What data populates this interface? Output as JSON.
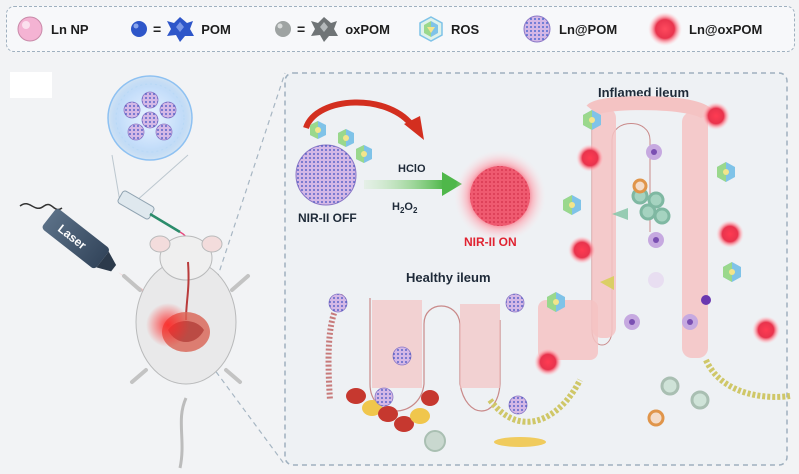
{
  "legend": {
    "items": [
      {
        "key": "ln-np",
        "label": "Ln NP",
        "icon": "pink-sphere-icon"
      },
      {
        "key": "pom",
        "label": "POM",
        "equals": "=",
        "icon": "pom-cluster-icon"
      },
      {
        "key": "oxpom",
        "label": "oxPOM",
        "equals": "=",
        "icon": "oxpom-cluster-icon"
      },
      {
        "key": "ros",
        "label": "ROS",
        "icon": "ros-hexagon-icon"
      },
      {
        "key": "ln-pom",
        "label": "Ln@POM",
        "icon": "ln-pom-sphere-icon"
      },
      {
        "key": "ln-oxpom",
        "label": "Ln@oxPOM",
        "icon": "ln-oxpom-sphere-icon"
      }
    ]
  },
  "scheme": {
    "laser_label": "Laser",
    "nir_off_label": "NIR-II OFF",
    "nir_on_label": "NIR-II ON",
    "reagent_1": "HClO",
    "reagent_2": "H",
    "reagent_2_sub_a": "2",
    "reagent_2_mid": "O",
    "reagent_2_sub_b": "2",
    "healthy_label": "Healthy ileum",
    "inflamed_label": "Inflamed ileum"
  },
  "colors": {
    "ln_np": "#f4b3d3",
    "pom": "#2e56c9",
    "oxpom": "#8d9395",
    "ros_green": "#9ad88c",
    "ros_blue": "#7fc3e8",
    "ln_oxpom": "#e8344d",
    "nir_on_text": "#e02331",
    "arrow_red": "#d32f1f",
    "arrow_green": "#4fb74a",
    "villi_fill": "#f4c3c3",
    "villi_outline": "#c98a8a"
  }
}
